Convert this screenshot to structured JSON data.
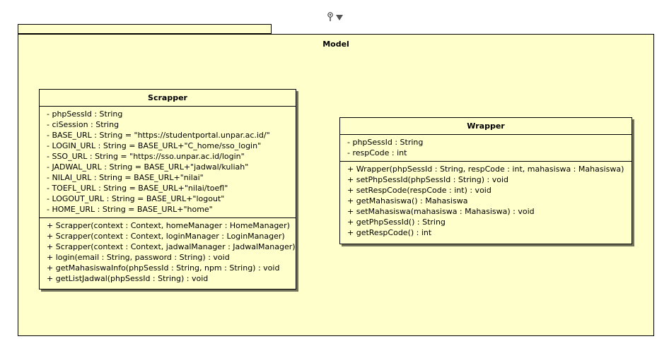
{
  "package": {
    "name": "Model"
  },
  "classes": {
    "scrapper": {
      "name": "Scrapper",
      "attributes": [
        "- phpSessId : String",
        "- ciSession : String",
        "- BASE_URL : String = \"https://studentportal.unpar.ac.id/\"",
        "- LOGIN_URL : String = BASE_URL+\"C_home/sso_login\"",
        "- SSO_URL : String = \"https://sso.unpar.ac.id/login\"",
        "- JADWAL_URL : String = BASE_URL+\"jadwal/kuliah\"",
        "- NILAI_URL : String = BASE_URL+\"nilai\"",
        "- TOEFL_URL : String = BASE_URL+\"nilai/toefl\"",
        "- LOGOUT_URL : String = BASE_URL+\"logout\"",
        "- HOME_URL : String = BASE_URL+\"home\""
      ],
      "methods": [
        "+ Scrapper(context : Context, homeManager : HomeManager)",
        "+ Scrapper(context : Context, loginManager : LoginManager)",
        "+ Scrapper(context : Context, jadwalManager : JadwalManager)",
        "+ login(email : String, password : String) : void",
        "+ getMahasiswaInfo(phpSessId : String, npm : String) : void",
        "+ getListJadwal(phpSessId : String) : void"
      ]
    },
    "wrapper": {
      "name": "Wrapper",
      "attributes": [
        "- phpSessId : String",
        "- respCode : int"
      ],
      "methods": [
        "+ Wrapper(phpSessId : String, respCode : int, mahasiswa : Mahasiswa)",
        "+ setPhpSessId(phpSessId : String) : void",
        "+ setRespCode(respCode : int) : void",
        "+ getMahasiswa() : Mahasiswa",
        "+ setMahasiswa(mahasiswa : Mahasiswa) : void",
        "+ getPhpSessId() : String",
        "+ getRespCode() : int"
      ]
    }
  },
  "toolbar": {
    "icons": [
      "pin-icon",
      "dropdown-arrow-icon"
    ]
  }
}
